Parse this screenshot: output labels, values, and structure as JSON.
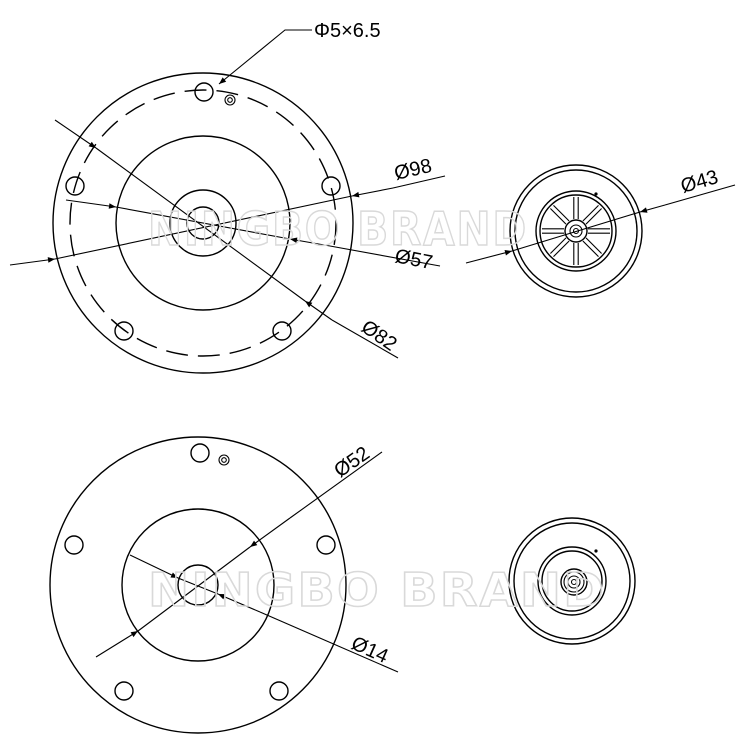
{
  "watermark": {
    "text": "NINGBO BRAND"
  },
  "dimensions": {
    "hole": "Φ5×6.5",
    "d98": "Ø98",
    "d57": "Ø57",
    "d82": "Ø82",
    "d43": "Ø43",
    "d52": "Ø52",
    "d14": "Ø14"
  }
}
